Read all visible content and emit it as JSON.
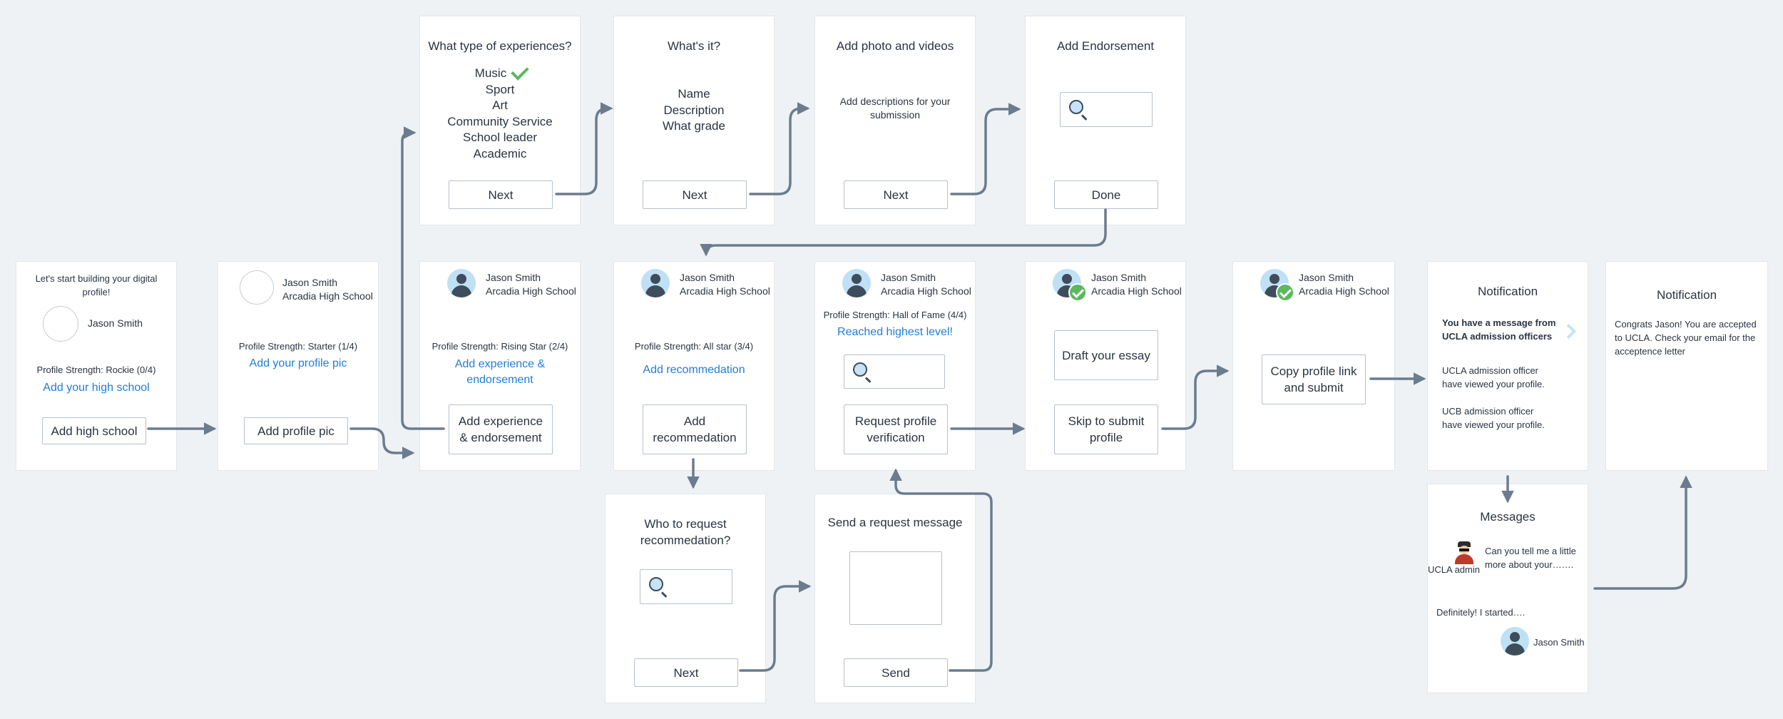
{
  "colors": {
    "background": "#eef2f5",
    "card": "#ffffff",
    "accent_blue": "#1f7dd8",
    "connector": "#6b7c8d",
    "check_green": "#5cb85c"
  },
  "card1": {
    "intro": [
      "Let's start building your digital",
      "profile!"
    ],
    "name": "Jason Smith",
    "strength": "Profile Strength:  Rockie (0/4)",
    "link": "Add your high school",
    "button": "Add high school"
  },
  "card2": {
    "name": "Jason Smith",
    "school": "Arcadia High School",
    "strength": "Profile Strength:  Starter (1/4)",
    "link": "Add your profile pic",
    "button": "Add profile pic"
  },
  "card3": {
    "name": "Jason Smith",
    "school": "Arcadia High School",
    "strength": "Profile Strength:  Rising Star (2/4)",
    "link": [
      "Add experience &",
      "endorsement"
    ],
    "button": [
      "Add experience",
      "& endorsement"
    ]
  },
  "card4": {
    "name": "Jason Smith",
    "school": "Arcadia High School",
    "strength": "Profile Strength:  All star (3/4)",
    "link": "Add recommedation",
    "button": [
      "Add",
      "recommedation"
    ]
  },
  "card5": {
    "name": "Jason Smith",
    "school": "Arcadia High School",
    "strength": "Profile Strength: Hall of Fame (4/4)",
    "link": "Reached highest level!",
    "button": [
      "Request profile",
      "verification"
    ]
  },
  "card6": {
    "name": "Jason Smith",
    "school": "Arcadia High School",
    "button1": "Draft your essay",
    "button2": [
      "Skip to submit",
      "profile"
    ]
  },
  "card7": {
    "name": "Jason Smith",
    "school": "Arcadia High School",
    "button": [
      "Copy profile link",
      "and submit"
    ]
  },
  "exp1": {
    "title": "What type of experiences?",
    "options": [
      "Music",
      "Sport",
      "Art",
      "Community Service",
      "School leader",
      "Academic"
    ],
    "button": "Next"
  },
  "exp2": {
    "title": "What's it?",
    "fields": [
      "Name",
      "Description",
      "What grade"
    ],
    "button": "Next"
  },
  "exp3": {
    "title": "Add photo and videos",
    "desc": [
      "Add descriptions for your",
      "submission"
    ],
    "button": "Next"
  },
  "exp4": {
    "title": "Add Endorsement",
    "button": "Done"
  },
  "rec1": {
    "title": [
      "Who to request",
      "recommedation?"
    ],
    "button": "Next"
  },
  "rec2": {
    "title": "Send a request message",
    "button": "Send"
  },
  "notif1": {
    "title": "Notification",
    "msg": [
      "You have a message from",
      "UCLA admission officers"
    ],
    "item1": [
      "UCLA admission officer",
      "have viewed your profile."
    ],
    "item2": [
      "UCB admission officer",
      "have viewed your profile."
    ]
  },
  "notif2": {
    "title": "Notification",
    "msg": [
      "Congrats Jason! You are accepted",
      "to UCLA. Check your email for the",
      "acceptence letter"
    ]
  },
  "messages": {
    "title": "Messages",
    "admin_msg": [
      "Can you tell me a little",
      "more about your……."
    ],
    "admin_label": "UCLA admin",
    "reply": "Definitely! I started….",
    "user_label": "Jason Smith"
  }
}
